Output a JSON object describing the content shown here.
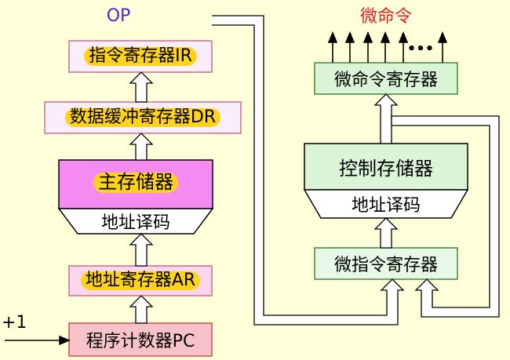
{
  "left_path": {
    "ir": "指令寄存器IR",
    "dr": "数据缓冲寄存器DR",
    "memory": "主存储器",
    "memory_decoder": "地址译码",
    "ar": "地址寄存器AR",
    "pc": "程序计数器PC",
    "plus_one": "+1",
    "op": "OP"
  },
  "right_path": {
    "micro_commands": "微命令",
    "ellipsis": "•••",
    "micro_command_register": "微命令寄存器",
    "control_store": "控制存储器",
    "control_decoder": "地址译码",
    "micro_instruction_register": "微指令寄存器"
  },
  "colors": {
    "background": "#ffffd9",
    "pink_box": "#fcd6ec",
    "lavender_box": "#fbeefb",
    "magenta_box": "#f58af0",
    "green_box": "#d9f5d6",
    "light_green_box": "#e8f8e6",
    "highlight": "#ffd21c",
    "op_text": "#5b21c9",
    "micro_command_text": "#e02020"
  }
}
